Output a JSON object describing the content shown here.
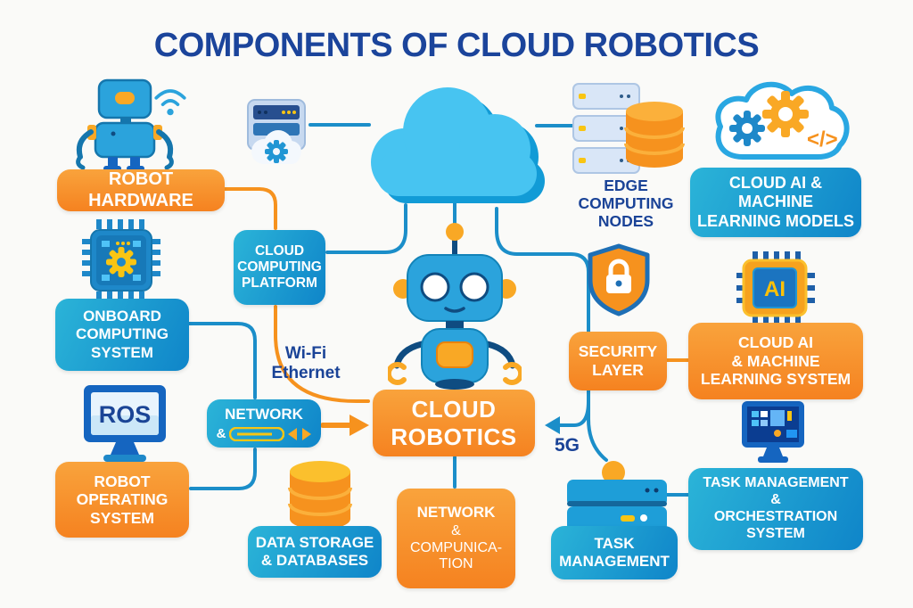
{
  "title": "COMPONENTS OF CLOUD ROBOTICS",
  "colors": {
    "accent_orange": "#F6921E",
    "accent_blue": "#1B9AD2",
    "navy_text": "#1A4397",
    "cloud_blue": "#47C4F1"
  },
  "boxes": {
    "robot_hardware": {
      "label": "ROBOT HARDWARE",
      "style": "orange"
    },
    "cloud_computing_platform": {
      "label": "CLOUD\nCOMPUTING\nPLATFORM",
      "style": "blue"
    },
    "cloud_ai_models": {
      "label": "CLOUD AI &\nMACHINE\nLEARNING MODELS",
      "style": "blue"
    },
    "onboard_computing_system": {
      "label": "ONBOARD\nCOMPUTING\nSYSTEM",
      "style": "blue"
    },
    "security_layer": {
      "label": "SECURITY\nLAYER",
      "style": "orange"
    },
    "cloud_ai_ml_system": {
      "label": "CLOUD AI\n& MACHINE\nLEARNING SYSTEM",
      "style": "orange"
    },
    "robot_operating_system": {
      "label": "ROBOT\nOPERATING\nSYSTEM",
      "style": "orange"
    },
    "network": {
      "label": "NETWORK",
      "amp": "&",
      "style": "blue"
    },
    "cloud_robotics": {
      "label": "CLOUD\nROBOTICS",
      "style": "orange"
    },
    "data_storage": {
      "label": "DATA STORAGE\n& DATABASES",
      "style": "blue"
    },
    "network_communication": {
      "title": "NETWORK",
      "subtitle": "&\nCOMPUNICA-\nTION",
      "style": "orange"
    },
    "task_management": {
      "label": "TASK\nMANAGEMENT",
      "style": "blue"
    },
    "task_orchestration": {
      "label": "TASK MANAGEMENT\n&\nORCHESTRATION\nSYSTEM",
      "style": "blue"
    }
  },
  "labels": {
    "edge_computing_nodes": "EDGE\nCOMPUTING\nNODES",
    "wifi_ethernet": "Wi-Fi\nEthernet",
    "five_g": "5G",
    "ros_screen": "ROS",
    "ai_chip": "AI",
    "code_glyph": "</>"
  }
}
